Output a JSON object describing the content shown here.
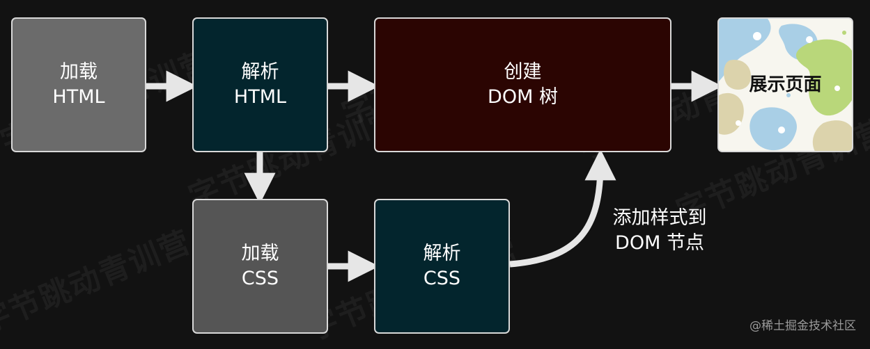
{
  "nodes": {
    "load_html": {
      "line1": "加载",
      "line2": "HTML"
    },
    "parse_html": {
      "line1": "解析",
      "line2": "HTML"
    },
    "create_dom": {
      "line1": "创建",
      "line2": "DOM 树"
    },
    "show_page": {
      "line1": "展示页面"
    },
    "load_css": {
      "line1": "加载",
      "line2": "CSS"
    },
    "parse_css": {
      "line1": "解析",
      "line2": "CSS"
    }
  },
  "edge_label": {
    "line1": "添加样式到",
    "line2": "DOM 节点"
  },
  "watermark": "字节跳动青训营",
  "credit": "@稀土掘金技术社区",
  "colors": {
    "background": "#121212",
    "load_html": "#6b6b6b",
    "parse": "#03252d",
    "create_dom": "#2b0502",
    "load_css": "#555555",
    "arrow": "#e6e6e6",
    "border": "#d9d9d9"
  }
}
